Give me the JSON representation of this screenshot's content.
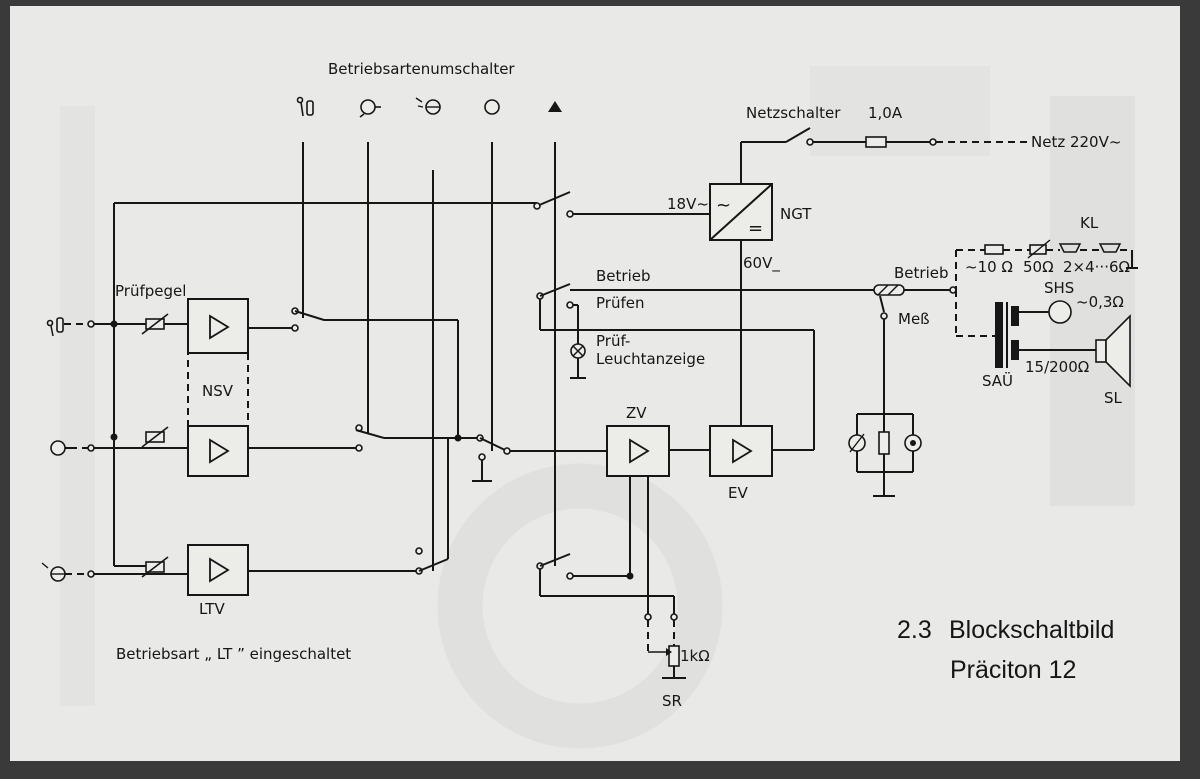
{
  "header": {
    "mode_switch": "Betriebsartenumschalter"
  },
  "caption": {
    "number": "2.3",
    "title": "Blockschaltbild",
    "subtitle": "Präciton 12"
  },
  "footer_note": "Betriebsart „ LT ” eingeschaltet",
  "labels": {
    "pruefpegel": "Prüfpegel",
    "nsv": "NSV",
    "ltv": "LTV",
    "zv": "ZV",
    "ev": "EV",
    "ngt": "NGT",
    "v18": "18V~",
    "v60": "60V_",
    "netzschalter": "Netzschalter",
    "fuse": "1,0A",
    "netz": "Netz  220V~",
    "betrieb_left": "Betrieb",
    "pruefen": "Prüfen",
    "pruef1": "Prüf-",
    "pruef2": "Leuchtanzeige",
    "betrieb_right": "Betrieb",
    "mess": "Meß",
    "kl": "KL",
    "r10": "~10 Ω",
    "r50": "50Ω",
    "spk": "2×4···6Ω",
    "shs": "SHS",
    "shs_ohm": "~0,3Ω",
    "sau": "SAÜ",
    "sau_ohm": "15/200Ω",
    "sl": "SL",
    "pot": "1kΩ",
    "sr": "SR"
  }
}
